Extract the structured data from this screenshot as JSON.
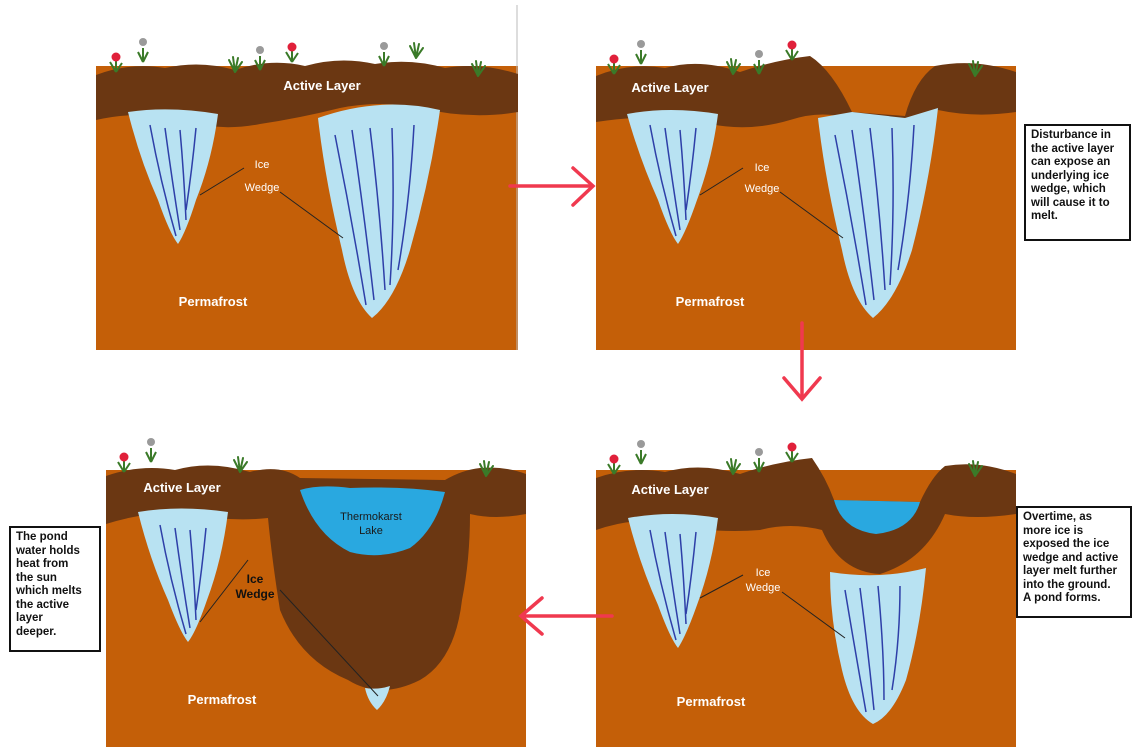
{
  "colors": {
    "permafrost": "#c45f08",
    "active_layer": "#6b3712",
    "ice": "#b8e2f2",
    "ice_streak": "#2e3fa8",
    "lake": "#29a8e0",
    "arrow": "#f0394f",
    "plant_green": "#3a7a28",
    "flower_red": "#e0203a",
    "flower_grey": "#9a9a9a"
  },
  "panels": {
    "stage1": {
      "active_layer": "Active Layer",
      "ice_wedge_line1": "Ice",
      "ice_wedge_line2": "Wedge",
      "permafrost": "Permafrost"
    },
    "stage2": {
      "active_layer": "Active Layer",
      "ice_wedge_line1": "Ice",
      "ice_wedge_line2": "Wedge",
      "permafrost": "Permafrost"
    },
    "stage3": {
      "active_layer": "Active Layer",
      "ice_wedge_line1": "Ice",
      "ice_wedge_line2": "Wedge",
      "permafrost": "Permafrost"
    },
    "stage4": {
      "active_layer": "Active Layer",
      "lake_line1": "Thermokarst",
      "lake_line2": "Lake",
      "ice_wedge_line1": "Ice",
      "ice_wedge_line2": "Wedge",
      "permafrost": "Permafrost"
    }
  },
  "notes": {
    "note1": "Disturbance in\nthe active layer\ncan expose an\nunderlying ice\nwedge, which\nwill  cause it to\nmelt.",
    "note2": "Overtime, as\nmore ice is\nexposed the ice\nwedge and active\nlayer melt further\ninto the ground.\nA pond forms.",
    "note3": "The pond\nwater holds\nheat from\nthe sun\nwhich melts\nthe active\nlayer\ndeeper."
  },
  "arrows": [
    "right",
    "down",
    "left"
  ]
}
